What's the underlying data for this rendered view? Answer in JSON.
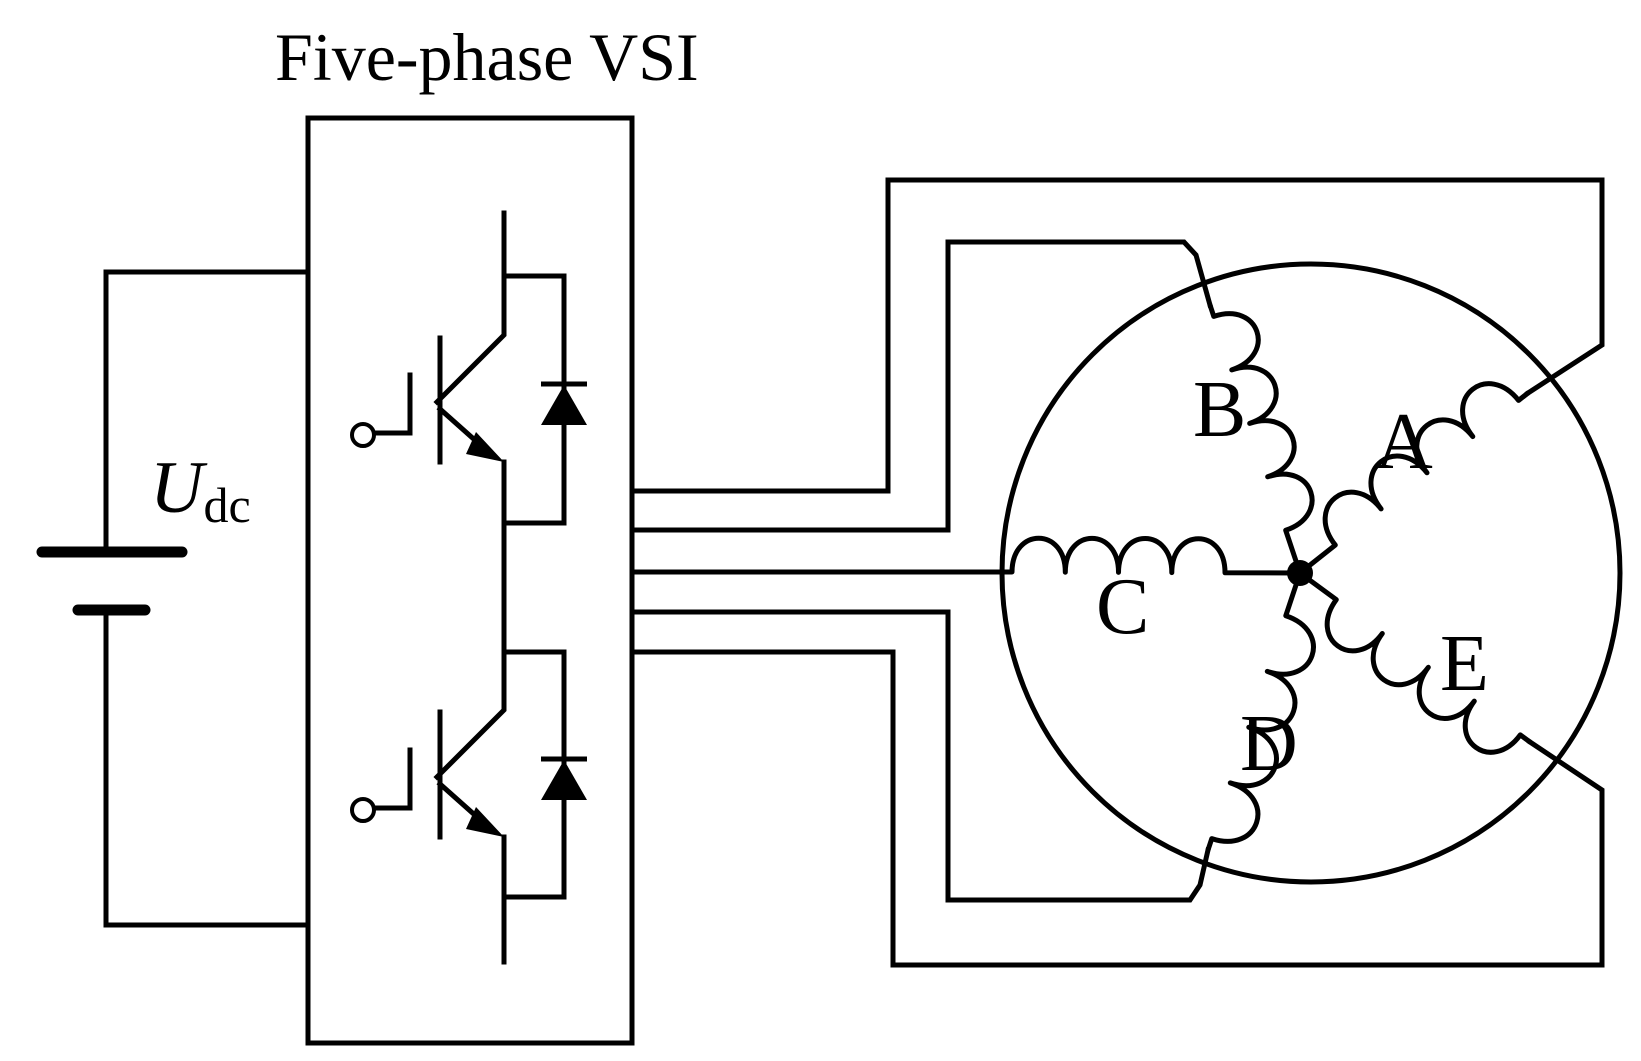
{
  "title": "Five-phase VSI",
  "source": {
    "symbol": "U",
    "subscript": "dc"
  },
  "windings": [
    "A",
    "B",
    "C",
    "D",
    "E"
  ],
  "colors": {
    "line": "#000000",
    "background": "#ffffff"
  }
}
